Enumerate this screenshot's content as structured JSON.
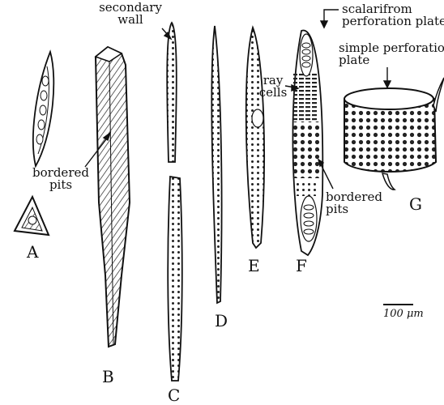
{
  "labels": {
    "secondary_wall_1": "secondary",
    "secondary_wall_2": "wall",
    "bordered_pits_b1": "bordered",
    "bordered_pits_b2": "pits",
    "ray_cells_1": "ray",
    "ray_cells_2": "cells",
    "scalariform_1": "scalarifrom",
    "scalariform_2": "perforation plate",
    "simple_perf_1": "simple perforation",
    "simple_perf_2": "plate",
    "bordered_pits_f1": "bordered",
    "bordered_pits_f2": "pits"
  },
  "letters": [
    "A",
    "B",
    "C",
    "D",
    "E",
    "F",
    "G"
  ],
  "scale_bar": "100 μm",
  "colors": {
    "ink": "#111111",
    "background": "#ffffff"
  }
}
